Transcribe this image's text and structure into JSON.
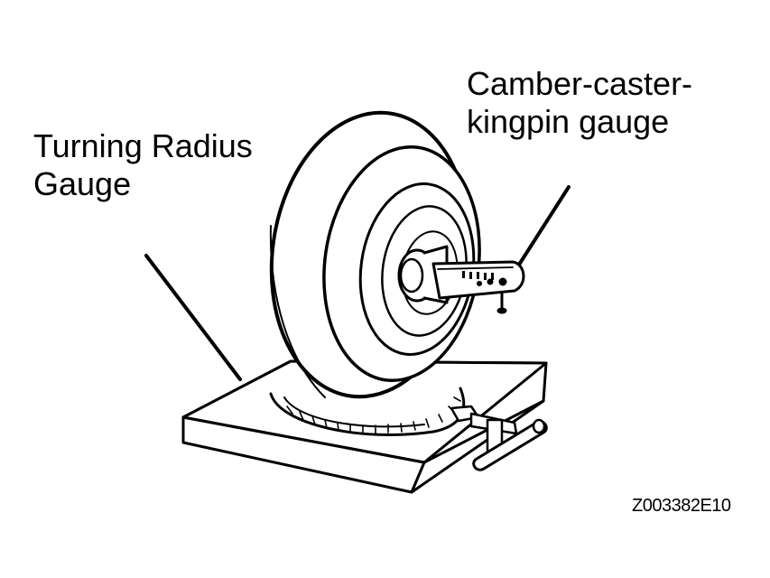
{
  "labels": {
    "turning_radius": {
      "line1": "Turning Radius",
      "line2": "Gauge"
    },
    "camber_caster": {
      "line1": "Camber-caster-",
      "line2": "kingpin gauge"
    },
    "figure_code": "Z003382E10"
  },
  "colors": {
    "ink": "#000000",
    "paper": "#ffffff"
  }
}
